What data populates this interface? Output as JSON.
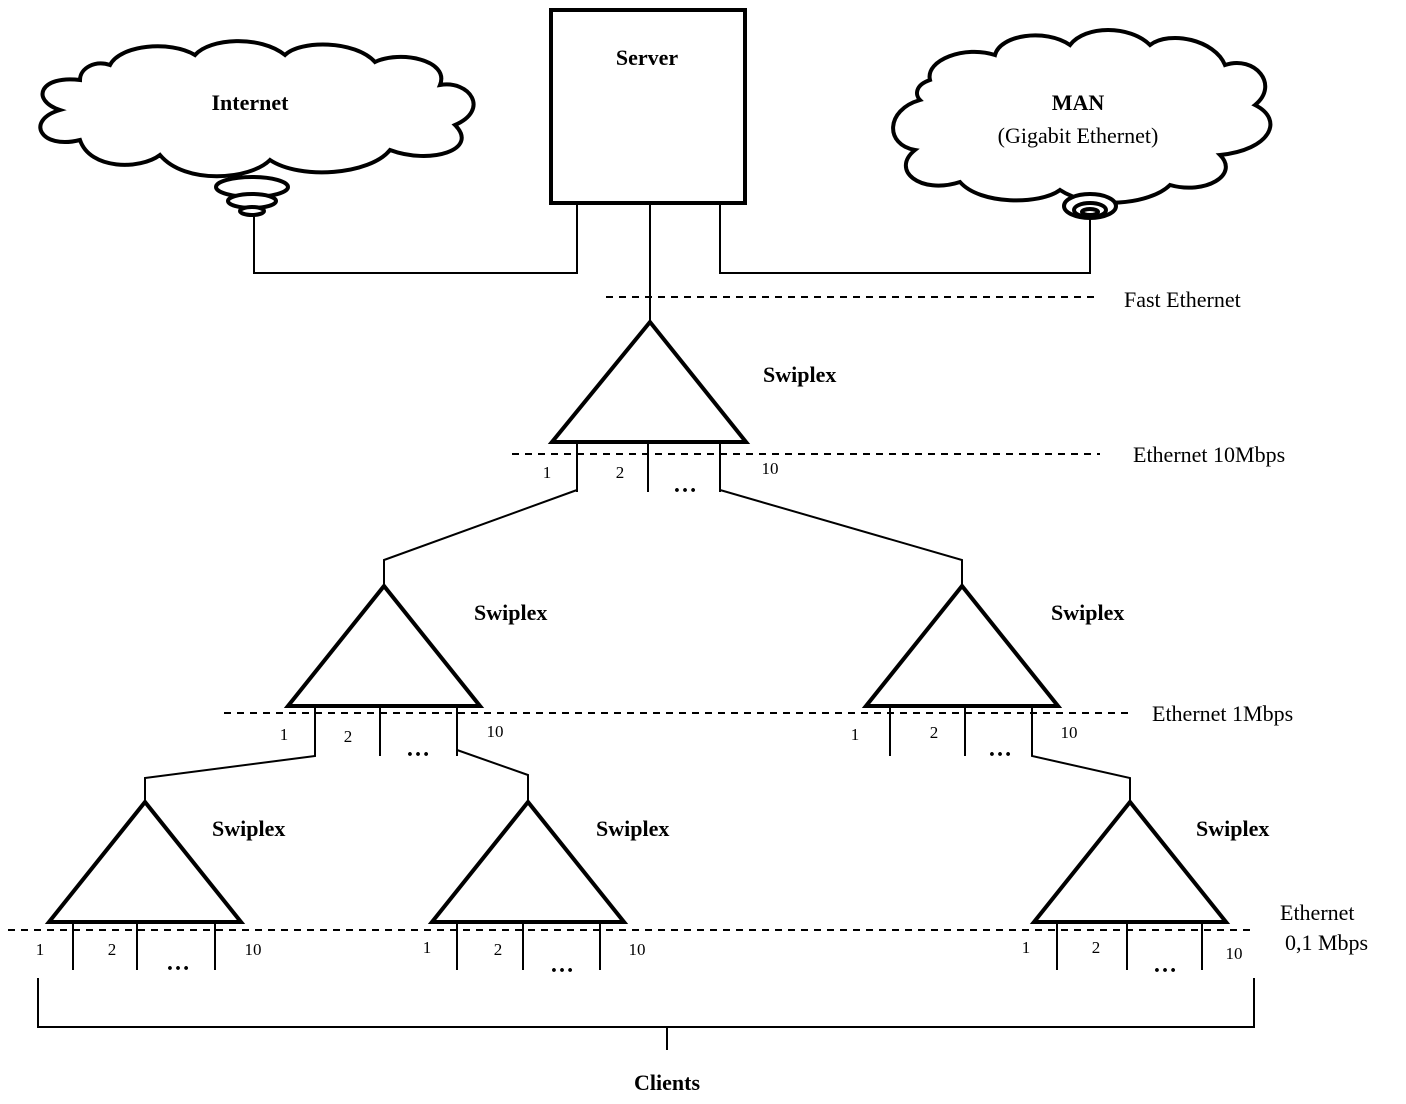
{
  "server": {
    "label": "Server"
  },
  "clouds": {
    "internet": {
      "title": "Internet",
      "subtitle": ""
    },
    "man": {
      "title": "MAN",
      "subtitle": "(Gigabit Ethernet)"
    }
  },
  "networks": [
    {
      "label": "Fast Ethernet"
    },
    {
      "label": "Ethernet 10Mbps"
    },
    {
      "label": "Ethernet 1Mbps"
    },
    {
      "label": "Ethernet"
    },
    {
      "label": "0,1 Mbps"
    }
  ],
  "switches": [
    {
      "label": "Swiplex"
    },
    {
      "label": "Swiplex"
    },
    {
      "label": "Swiplex"
    },
    {
      "label": "Swiplex"
    },
    {
      "label": "Swiplex"
    },
    {
      "label": "Swiplex"
    }
  ],
  "ports": {
    "first": "1",
    "second": "2",
    "ellipsis": "…",
    "last": "10"
  },
  "clients": {
    "label": "Clients"
  }
}
